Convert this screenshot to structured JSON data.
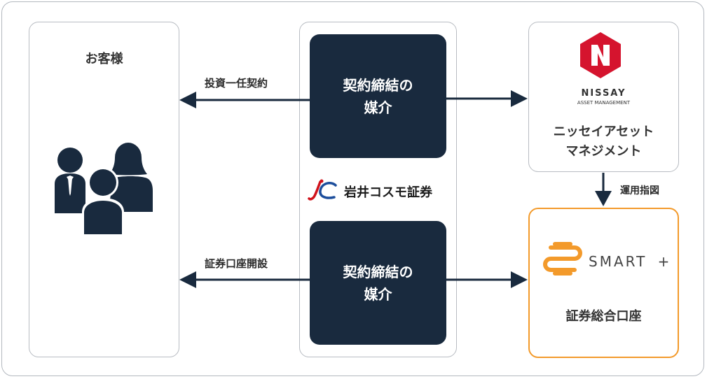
{
  "customer": {
    "title": "お客様"
  },
  "broker": {
    "name": "岩井コスモ証券",
    "mediation_top": [
      "契約締結の",
      "媒介"
    ],
    "mediation_bottom": [
      "契約締結の",
      "媒介"
    ]
  },
  "arrows": {
    "discretionary": "投資一任契約",
    "account_opening": "証券口座開設",
    "investment_instruction": "運用指図"
  },
  "nissay": {
    "logo_word": "NISSAY",
    "logo_sub": "ASSET MANAGEMENT",
    "name_line1": "ニッセイアセット",
    "name_line2": "マネジメント"
  },
  "smart": {
    "logo_text": "SMART",
    "logo_plus": "+",
    "account": "証券総合口座"
  },
  "colors": {
    "navy": "#192a3e",
    "orange": "#f39a2b",
    "nissay_red": "#d5142e",
    "iwai_red": "#d0121b",
    "iwai_blue": "#1d4e9c"
  }
}
